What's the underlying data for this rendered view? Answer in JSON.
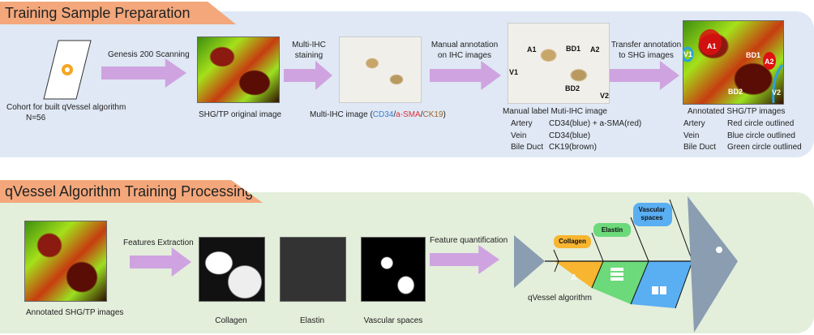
{
  "top": {
    "title": "Training Sample Preparation",
    "cohort": "Cohort for built qVessel algorithm",
    "n": "N=56",
    "step1": "Genesis 200 Scanning",
    "img1_caption": "SHG/TP original image",
    "step2a": "Multi-IHC",
    "step2b": "staining",
    "img2_caption_pre": "Multi-IHC image (",
    "cd34": "CD34",
    "slash": "/",
    "asma": "a-SMA",
    "ck19": "CK19",
    "close": ")",
    "step3a": "Manual annotation",
    "step3b": "on IHC images",
    "img3_labels": [
      "A1",
      "BD1",
      "A2",
      "V1",
      "BD2",
      "V2"
    ],
    "img3_caption": "Manual label Muti-IHC image",
    "img3_table": [
      [
        "Artery",
        "CD34(blue) + a-SMA(red)"
      ],
      [
        "Vein",
        "CD34(blue)"
      ],
      [
        "Bile Duct",
        "CK19(brown)"
      ]
    ],
    "step4a": "Transfer annotation",
    "step4b": "to SHG images",
    "img4_labels": [
      "A1",
      "V1",
      "BD1",
      "A2",
      "BD2",
      "V2"
    ],
    "img4_caption": "Annotated SHG/TP images",
    "img4_table": [
      [
        "Artery",
        "Red circle outlined"
      ],
      [
        "Vein",
        "Blue circle  outlined"
      ],
      [
        "Bile Duct",
        "Green circle outlined"
      ]
    ],
    "colors": {
      "cd34": "#3b7fd0",
      "asma": "#e0303a",
      "ck19": "#a0662a",
      "panel": "#dfe8f4"
    }
  },
  "bottom": {
    "title": "qVessel Algorithm Training Processing",
    "img_caption": "Annotated SHG/TP images",
    "step1": "Features Extraction",
    "features": [
      "Collagen",
      "Elastin",
      "Vascular spaces"
    ],
    "step2": "Feature quantification",
    "fish_labels": [
      "Collagen",
      "Elastin",
      "Vascular spaces"
    ],
    "fish_caption": "qVessel algorithm",
    "colors": {
      "panel": "#e3eedb",
      "collagen": "#f7b530",
      "elastin": "#6cd97a",
      "vascular": "#5aaef2",
      "fish": "#8a9db1"
    }
  }
}
